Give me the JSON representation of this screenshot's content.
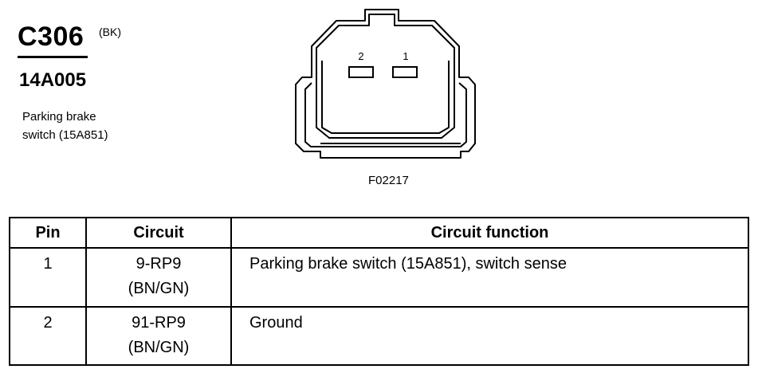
{
  "connector": {
    "id": "C306",
    "color": "(BK)",
    "part_number": "14A005",
    "description_line1": "Parking brake",
    "description_line2": "switch (15A851)"
  },
  "figure": {
    "code": "F02217",
    "pin_labels": [
      "2",
      "1"
    ]
  },
  "table": {
    "headers": [
      "Pin",
      "Circuit",
      "Circuit function"
    ],
    "rows": [
      {
        "pin": "1",
        "circuit": "9-RP9",
        "wire_color": "(BN/GN)",
        "function": "Parking brake switch (15A851), switch sense"
      },
      {
        "pin": "2",
        "circuit": "91-RP9",
        "wire_color": "(BN/GN)",
        "function": "Ground"
      }
    ]
  }
}
